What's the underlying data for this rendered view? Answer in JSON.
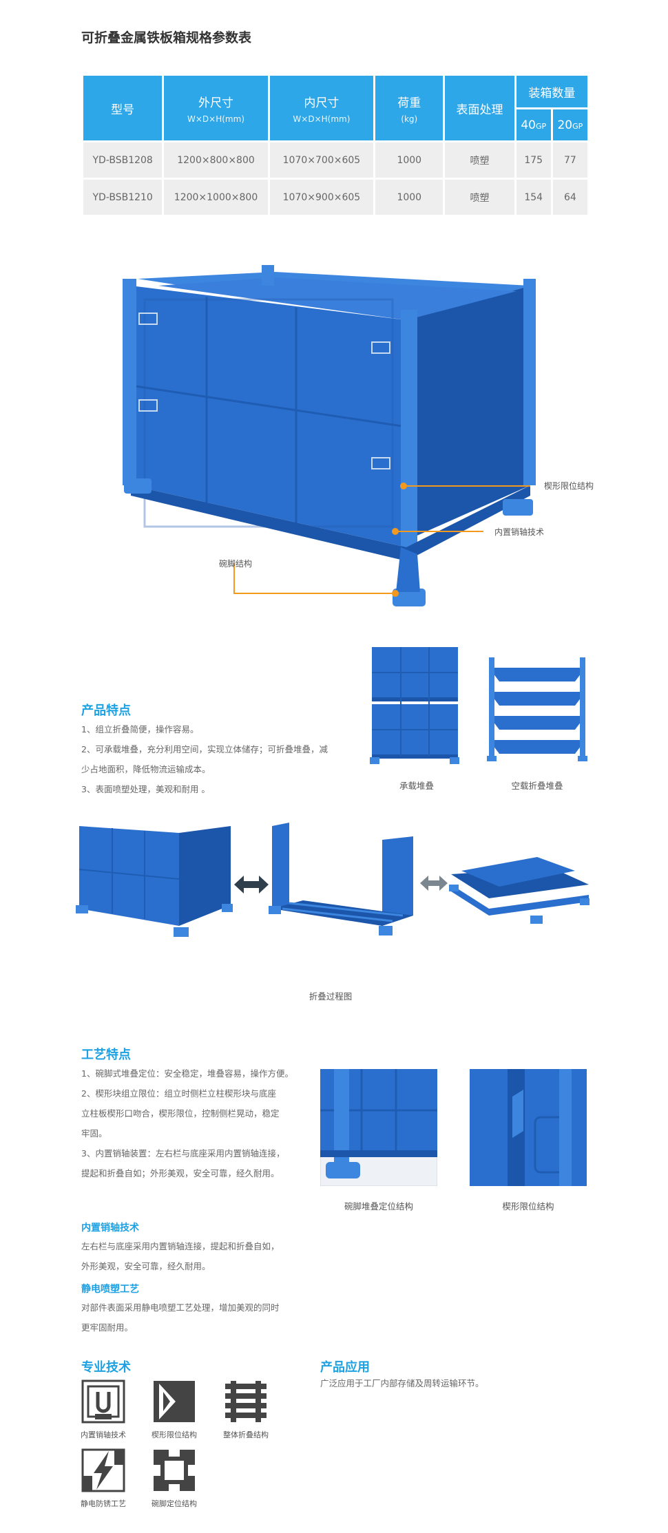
{
  "title": "可折叠金属铁板箱规格参数表",
  "table": {
    "headers": {
      "model": "型号",
      "outer": "外尺寸",
      "outer_sub": "W×D×H(mm)",
      "inner": "内尺寸",
      "inner_sub": "W×D×H(mm)",
      "load": "荷重",
      "load_sub": "(kg)",
      "surface": "表面处理",
      "packing": "装箱数量",
      "gp40_num": "40",
      "gp40_unit": "GP",
      "gp20_num": "20",
      "gp20_unit": "GP"
    },
    "rows": [
      {
        "model": "YD-BSB1208",
        "outer": "1200×800×800",
        "inner": "1070×700×605",
        "load": "1000",
        "surface": "喷塑",
        "gp40": "175",
        "gp20": "77"
      },
      {
        "model": "YD-BSB1210",
        "outer": "1200×1000×800",
        "inner": "1070×900×605",
        "load": "1000",
        "surface": "喷塑",
        "gp40": "154",
        "gp20": "64"
      }
    ]
  },
  "callouts": {
    "wedge": "楔形限位结构",
    "pin": "内置销轴技术",
    "foot": "碗脚结构"
  },
  "features": {
    "title": "产品特点",
    "items": [
      "1、组立折叠简便，操作容易。",
      "2、可承载堆叠，充分利用空间，实现立体储存；可折叠堆叠，减",
      "少占地面积，降低物流运输成本。",
      "3、表面喷塑处理，美观和耐用 。"
    ],
    "caption_loaded": "承载堆叠",
    "caption_empty": "空载折叠堆叠"
  },
  "fold_caption": "折叠过程图",
  "craft": {
    "title": "工艺特点",
    "items": [
      "1、碗脚式堆叠定位：安全稳定，堆叠容易，操作方便。",
      "2、楔形块组立限位：组立时侧栏立柱楔形块与底座",
      "立柱板楔形口吻合，楔形限位，控制侧栏晃动，稳定",
      "牢固。",
      "3、内置销轴装置：左右栏与底座采用内置销轴连接，",
      "提起和折叠自如；外形美观，安全可靠，经久耐用。"
    ],
    "photo1_caption": "碗脚堆叠定位结构",
    "photo2_caption": "楔形限位结构"
  },
  "pin_tech": {
    "title": "内置销轴技术",
    "lines": [
      "左右栏与底座采用内置销轴连接，提起和折叠自如，",
      "外形美观，安全可靠，经久耐用。"
    ]
  },
  "spray": {
    "title": "静电喷塑工艺",
    "lines": [
      "对部件表面采用静电喷塑工艺处理，增加美观的同时",
      "更牢固耐用。"
    ]
  },
  "pro_tech": {
    "title": "专业技术",
    "icons": [
      {
        "icon": "pin-icon",
        "label": "内置销轴技术"
      },
      {
        "icon": "wedge-icon",
        "label": "楔形限位结构"
      },
      {
        "icon": "fold-icon",
        "label": "整体折叠结构"
      },
      {
        "icon": "lightning-icon",
        "label": "静电防锈工艺"
      },
      {
        "icon": "foot-icon",
        "label": "碗脚定位结构"
      }
    ]
  },
  "application": {
    "title": "产品应用",
    "text": "广泛应用于工厂内部存储及周转运输环节。"
  },
  "colors": {
    "accent": "#1da1e2",
    "header": "#2ea7e8",
    "product": "#2a6fcd",
    "callout": "#f39a1e"
  }
}
